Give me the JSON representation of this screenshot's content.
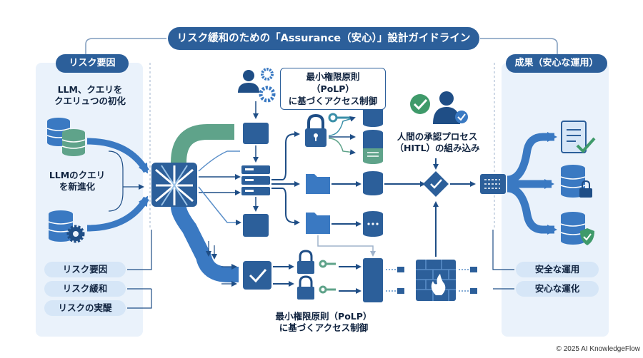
{
  "title": "リスク緩和のための「Assurance（安心）」設計ガイドライン",
  "left_panel": {
    "heading": "リスク要因",
    "label_top": "LLM、クエリを\nクエリュつの初化",
    "label_mid": "LLMのクエリ\nを新進化",
    "pills": [
      "リスク要因",
      "リスク緩和",
      "リスクの実醍"
    ]
  },
  "right_panel": {
    "heading": "成果（安心な運用）",
    "pills": [
      "安全な運用",
      "安心な運化"
    ]
  },
  "center": {
    "polp_top": "最小権限原則（PoLP）\nに基づくアクセス制御",
    "hitl": "人間の承認プロセス\n（HITL）の組み込み",
    "polp_bottom": "最小権限原則（PoLP）\nに基づくアクセス制御"
  },
  "copyright": "© 2025 AI KnowledgeFlow",
  "icons": [
    "database-stack-icon",
    "database-gear-icon",
    "user-gear-icon",
    "server-icon",
    "lock-key-icon",
    "database-icon",
    "folder-icon",
    "checkbox-icon",
    "user-check-icon",
    "diamond-check-icon",
    "firewall-icon",
    "document-check-icon",
    "database-lock-icon",
    "database-shield-icon"
  ],
  "colors": {
    "primary": "#2c5f9a",
    "dark": "#1f4e86",
    "panel": "#eaf2fb",
    "pill_light": "#d6e6f7",
    "teal": "#5fa38a",
    "check_green": "#3f9a6a"
  }
}
